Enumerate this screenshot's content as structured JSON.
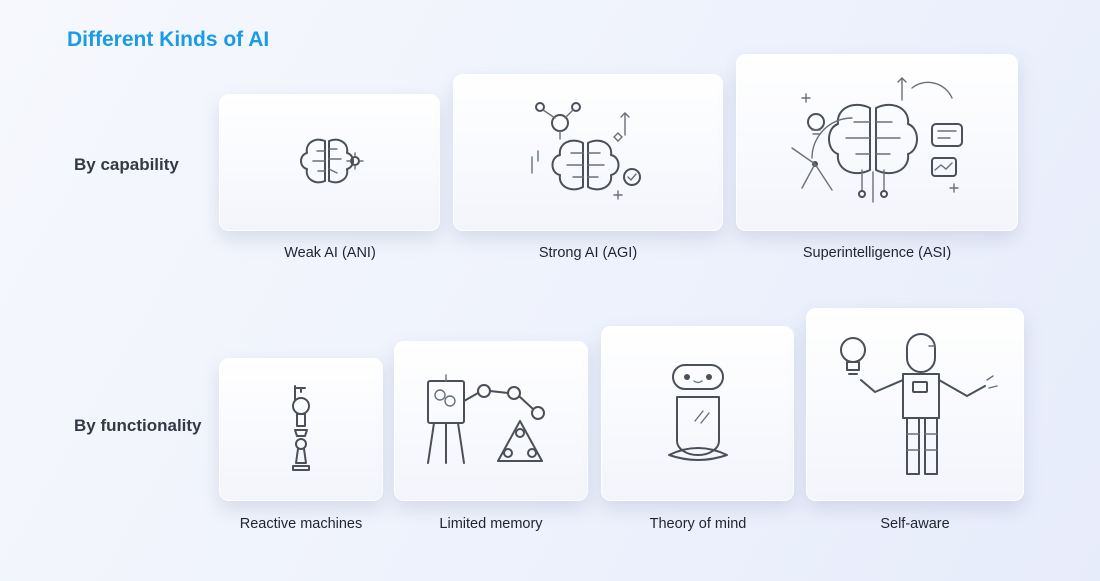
{
  "title": "Different Kinds of AI",
  "rows": {
    "capability": {
      "label": "By capability",
      "items": [
        {
          "caption": "Weak AI (ANI)",
          "icon": "small-brain-gear-icon"
        },
        {
          "caption": "Strong AI (AGI)",
          "icon": "brain-circuit-icon"
        },
        {
          "caption": "Superintelligence (ASI)",
          "icon": "brain-network-icon"
        }
      ]
    },
    "functionality": {
      "label": "By functionality",
      "items": [
        {
          "caption": "Reactive machines",
          "icon": "robot-arm-chess-icon"
        },
        {
          "caption": "Limited memory",
          "icon": "easel-robot-arm-icon"
        },
        {
          "caption": "Theory of mind",
          "icon": "robot-head-icon"
        },
        {
          "caption": "Self-aware",
          "icon": "humanoid-robot-lightbulb-icon"
        }
      ]
    }
  }
}
